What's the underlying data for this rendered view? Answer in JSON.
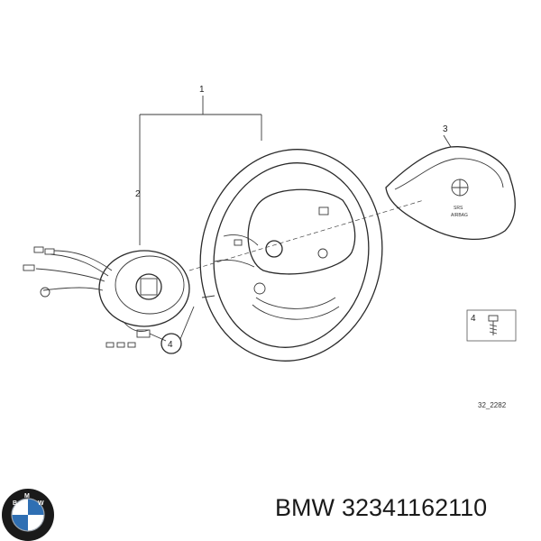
{
  "diagram": {
    "callouts": {
      "steering_wheel": "1",
      "clock_spring": "2",
      "airbag": "3",
      "screw_box": "4",
      "screw_circle": "4"
    },
    "drawing_number": "32_2282",
    "airbag_text": [
      "SRS",
      "AIRBAG"
    ]
  },
  "caption": {
    "brand": "BMW",
    "part_number": "32341162110"
  },
  "logo": {
    "letters": [
      "B",
      "M",
      "W"
    ],
    "colors": {
      "ring": "#1a1a1a",
      "blue": "#2f6fb3",
      "white": "#ffffff"
    }
  }
}
